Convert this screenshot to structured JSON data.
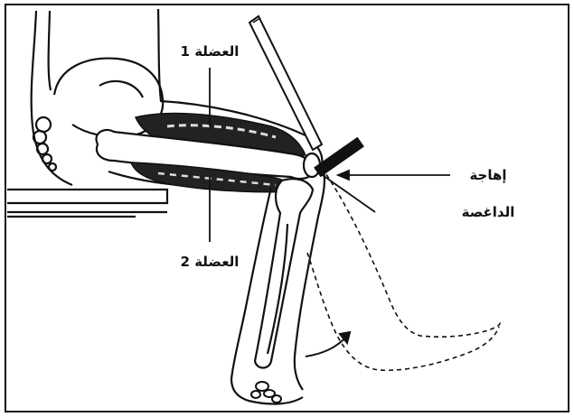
{
  "labels": {
    "muscle1": "العضلة 1",
    "muscle2": "العضلة 2",
    "stimulus": "إهاجة",
    "patella": "الداغصة"
  },
  "colors": {
    "ink": "#111111",
    "paper": "#ffffff",
    "shadow": "#3a3a3a"
  }
}
